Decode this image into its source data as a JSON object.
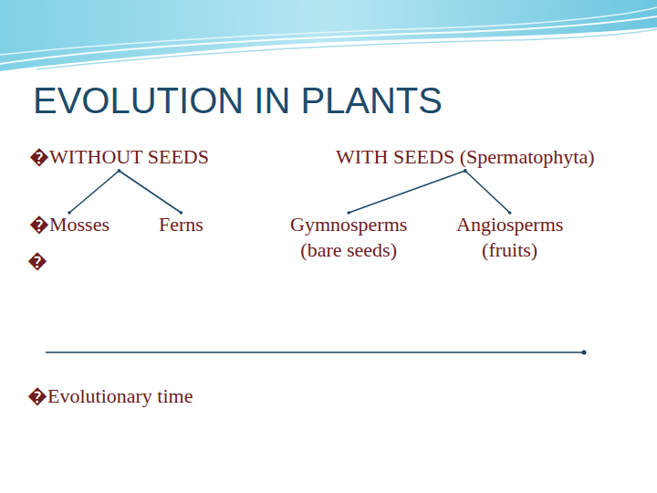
{
  "diagram": {
    "title": "EVOLUTION IN PLANTS",
    "nodes": [
      {
        "text": [
          "�WITHOUT SEEDS"
        ]
      },
      {
        "text": [
          "WITH SEEDS (Spermatophyta)"
        ]
      },
      {
        "text": [
          "�Mosses"
        ]
      },
      {
        "text": [
          "Ferns"
        ]
      },
      {
        "text": [
          "Gymnosperms",
          "(bare seeds)"
        ]
      },
      {
        "text": [
          "Angiosperms",
          "(fruits)"
        ]
      }
    ],
    "edges": [
      {
        "from": 0,
        "to": 2,
        "arrow": "none"
      },
      {
        "from": 0,
        "to": 3,
        "arrow": "none"
      },
      {
        "from": 1,
        "to": 4,
        "arrow": "none"
      },
      {
        "from": 1,
        "to": 5,
        "arrow": "none"
      }
    ],
    "labels": [
      "�",
      "�Evolutionary time"
    ]
  }
}
